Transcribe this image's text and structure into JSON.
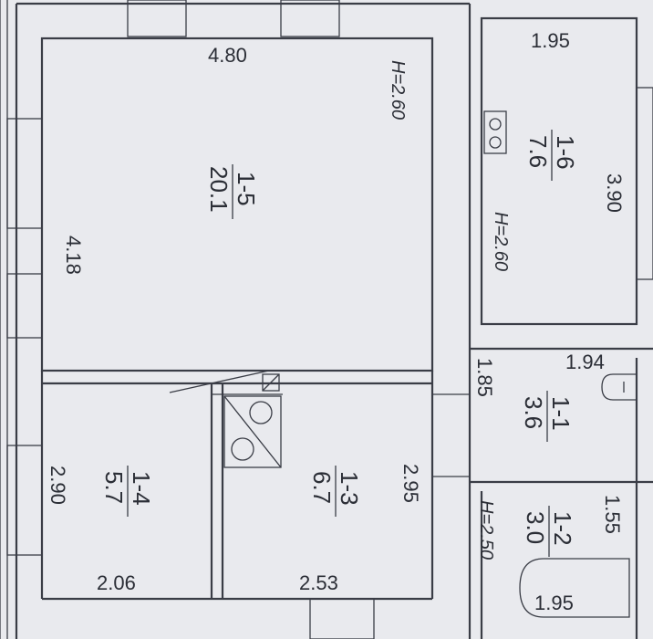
{
  "plan": {
    "dimensions": {
      "top_width_main": "4.80",
      "top_width_right": "1.95",
      "main_height": "4.18",
      "right_room_height": "3.90",
      "left_bottom_height": "2.90",
      "bottom_left_width": "2.06",
      "bottom_mid_width": "2.53",
      "mid_room_height": "2.95",
      "bath_height": "1.85",
      "bath_width": "1.94",
      "wc_height": "1.55",
      "wc_width": "1.95"
    },
    "heights": {
      "main_room": "H=2.60",
      "right_room": "H=2.60",
      "wc": "H=2.50"
    },
    "rooms": [
      {
        "id": "1-5",
        "area": "20.1"
      },
      {
        "id": "1-6",
        "area": "7.6"
      },
      {
        "id": "1-4",
        "area": "5.7"
      },
      {
        "id": "1-3",
        "area": "6.7"
      },
      {
        "id": "1-1",
        "area": "3.6"
      },
      {
        "id": "1-2",
        "area": "3.0"
      }
    ]
  }
}
